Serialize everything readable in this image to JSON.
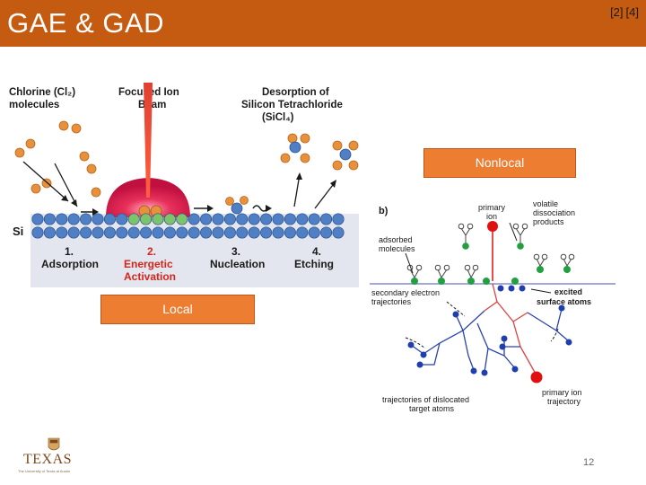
{
  "slide": {
    "title": "GAE & GAD",
    "references": [
      "[2]",
      "[4]"
    ],
    "page_number": "12"
  },
  "callouts": {
    "nonlocal": "Nonlocal",
    "local": "Local"
  },
  "figure_a": {
    "labels": {
      "chlorine_l1": "Chlorine (Cl₂)",
      "chlorine_l2": "molecules",
      "beam_l1": "Focused Ion",
      "beam_l2": "Beam",
      "desorption_l1": "Desorption of",
      "desorption_l2": "Silicon Tetrachloride",
      "desorption_l3": "(SiCl₄)",
      "si": "Si"
    },
    "steps": [
      {
        "num": "1.",
        "label": "Adsorption"
      },
      {
        "num": "2.",
        "label_l1": "Energetic",
        "label_l2": "Activation"
      },
      {
        "num": "3.",
        "label": "Nucleation"
      },
      {
        "num": "4.",
        "label": "Etching"
      }
    ],
    "colors": {
      "silicon": "#4f7fc4",
      "chlorine": "#e8913d",
      "beam": "#e03020",
      "step2": "#d6251c",
      "text": "#1a1a1a"
    }
  },
  "figure_b": {
    "labels": {
      "panel": "b)",
      "primary_ion_l1": "primary",
      "primary_ion_l2": "ion",
      "volatile_l1": "volatile",
      "volatile_l2": "dissociation",
      "volatile_l3": "products",
      "adsorbed_l1": "adsorbed",
      "adsorbed_l2": "molecules",
      "secondary_l1": "secondary electron",
      "secondary_l2": "trajectories",
      "excited_l1": "excited",
      "excited_l2": "surface atoms",
      "dislocated_l1": "trajectories of dislocated",
      "dislocated_l2": "target atoms",
      "ion_traj_l1": "primary ion",
      "ion_traj_l2": "trajectory"
    },
    "colors": {
      "ion": "#e01010",
      "atoms": "#1f3fb0",
      "adsorbed": "#20a040",
      "surface": "#7070c0"
    }
  },
  "logo": {
    "text": "TEXAS",
    "subtext": "The University of Texas at Austin"
  }
}
